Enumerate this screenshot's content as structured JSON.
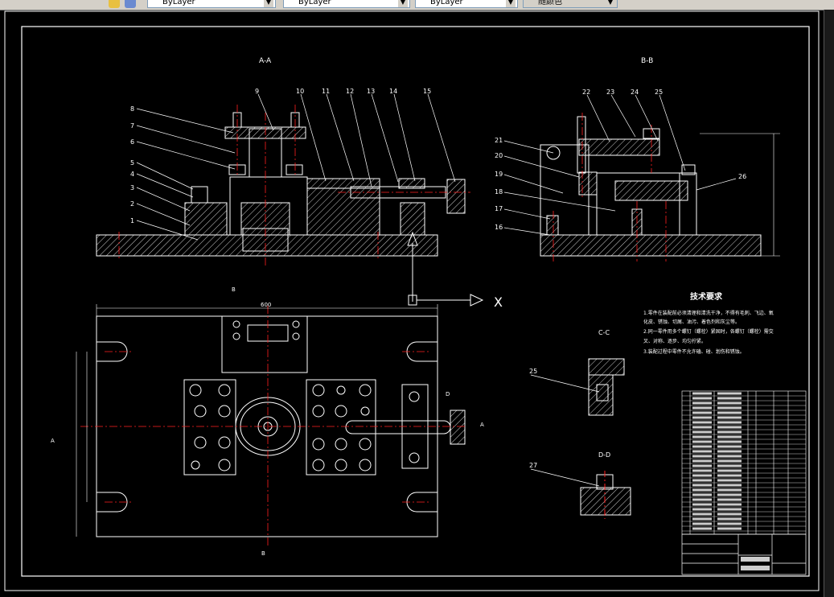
{
  "toolbar": {
    "layer_color": "ByLayer",
    "layer_linetype": "ByLayer",
    "layer_lineweight": "ByLayer",
    "plot_style": "随颜色"
  },
  "drawing": {
    "section_aa": "A-A",
    "section_bb": "B-B",
    "section_cc": "C-C",
    "section_dd": "D-D",
    "dim_600": "600",
    "axis_x": "X",
    "tech_title": "技术要求",
    "tech_line1": "1.零件在装配前必须清理和清洗干净，不得有毛刺、飞边、氧",
    "tech_line2": "化皮、锈蚀、切屑、油污、着色剂和灰尘等。",
    "tech_line3": "2.同一零件用多个螺钉（螺栓）紧固时，各螺钉（螺栓）需交",
    "tech_line4": "叉、对称、逐步、均匀拧紧。",
    "tech_line5": "3.装配过程中零件不允许磕、碰、划伤和锈蚀。",
    "view_marks": {
      "b_top": "B",
      "b_bottom": "B",
      "a_left": "A",
      "a_right": "A",
      "d_top": "D"
    },
    "balloons_left": [
      "8",
      "7",
      "6",
      "5",
      "4",
      "3",
      "2",
      "1"
    ],
    "balloons_top_left": [
      "9",
      "10",
      "11",
      "12",
      "13",
      "14",
      "15"
    ],
    "balloons_right": [
      "21",
      "20",
      "19",
      "18",
      "17",
      "16"
    ],
    "balloons_top_right": [
      "22",
      "23",
      "24",
      "25"
    ],
    "balloon_26": "26",
    "balloon_25": "25",
    "balloon_27": "27"
  },
  "colors": {
    "line_white": "#ffffff",
    "center_red": "#ff2020",
    "hatch": "#ffffff",
    "background": "#000000",
    "dim_yellow": "#ffff00"
  }
}
